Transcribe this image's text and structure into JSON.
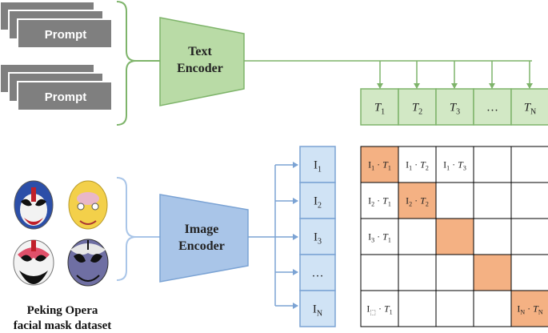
{
  "prompts": [
    "Prompt",
    "Prompt"
  ],
  "text_encoder": {
    "line1": "Text",
    "line2": "Encoder"
  },
  "image_encoder": {
    "line1": "Image",
    "line2": "Encoder"
  },
  "text_tokens": [
    {
      "base": "T",
      "sub": "1"
    },
    {
      "base": "T",
      "sub": "2"
    },
    {
      "base": "T",
      "sub": "3"
    },
    {
      "base": "…",
      "sub": ""
    },
    {
      "base": "T",
      "sub": "N"
    }
  ],
  "image_tokens": [
    {
      "base": "I",
      "sub": "1"
    },
    {
      "base": "I",
      "sub": "2"
    },
    {
      "base": "I",
      "sub": "3"
    },
    {
      "base": "…",
      "sub": ""
    },
    {
      "base": "I",
      "sub": "N"
    }
  ],
  "matrix": {
    "size": 5,
    "cells": [
      {
        "row": 0,
        "col": 0,
        "i": "1",
        "t": "1",
        "highlight": true
      },
      {
        "row": 0,
        "col": 1,
        "i": "1",
        "t": "2",
        "highlight": false
      },
      {
        "row": 0,
        "col": 2,
        "i": "1",
        "t": "3",
        "highlight": false
      },
      {
        "row": 1,
        "col": 0,
        "i": "2",
        "t": "1",
        "highlight": false
      },
      {
        "row": 1,
        "col": 1,
        "i": "2",
        "t": "2",
        "highlight": true
      },
      {
        "row": 2,
        "col": 0,
        "i": "3",
        "t": "1",
        "highlight": false
      },
      {
        "row": 2,
        "col": 2,
        "highlight": true
      },
      {
        "row": 3,
        "col": 3,
        "highlight": true
      },
      {
        "row": 4,
        "col": 0,
        "i": "⬚",
        "t": "1",
        "highlight": false
      },
      {
        "row": 4,
        "col": 4,
        "i": "N",
        "t": "N",
        "highlight": true
      }
    ]
  },
  "dataset": {
    "line1": "Peking Opera",
    "line2": "facial mask dataset"
  },
  "colors": {
    "green_fill": "#b9dba6",
    "green_stroke": "#7eb46a",
    "green_box": "#d2e8c5",
    "blue_fill": "#a9c5e8",
    "blue_stroke": "#7ba3d4",
    "blue_box": "#d0e3f5",
    "highlight": "#f4b183",
    "prompt_card": "#7f7f7f"
  }
}
